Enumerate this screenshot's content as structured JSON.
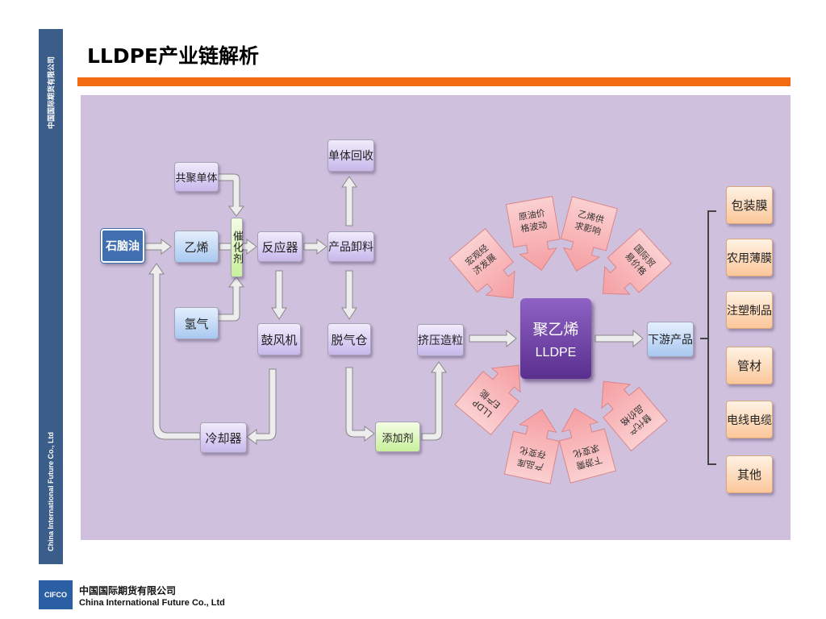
{
  "title": "LLDPE产业链解析",
  "sidebar": {
    "top_text": "中国国际期货有限公司",
    "bottom_text": "China International Future Co., Ltd"
  },
  "nodes": {
    "crude": "石脑油",
    "comonomer": "共聚单体",
    "ethylene": "乙烯",
    "hydrogen": "氢气",
    "catalyst": "催化剂",
    "reactor": "反应器",
    "discharge": "产品卸料",
    "monomer_recovery": "单体回收",
    "blower": "鼓风机",
    "degassing": "脱气仓",
    "cooler": "冷却器",
    "additive": "添加剂",
    "extrusion": "挤压造粒",
    "pe_cn": "聚乙烯",
    "pe_en": "LLDPE",
    "downstream": "下游产品"
  },
  "factors": {
    "macro": "宏观经济发展",
    "crude_price": "原油价格波动",
    "ethylene_supply": "乙烯供求影响",
    "trade_price": "国际贸易价格",
    "production": "LLDPE产能",
    "inventory": "产品库存变化",
    "demand": "下游需求变化",
    "substitute": "替代产品价格"
  },
  "products": [
    "包装膜",
    "农用薄膜",
    "注塑制品",
    "管材",
    "电线电缆",
    "其他"
  ],
  "footer": {
    "logo": "CIFCO",
    "company_cn": "中国国际期货有限公司",
    "company_en": "China International Future Co., Ltd"
  },
  "colors": {
    "sidebar": "#3a5d8a",
    "accent_bar": "#f26b10",
    "panel": "#cfc1dd",
    "factor_fill": "#f7b4b6",
    "pe_fill": "#6a3ea1"
  }
}
